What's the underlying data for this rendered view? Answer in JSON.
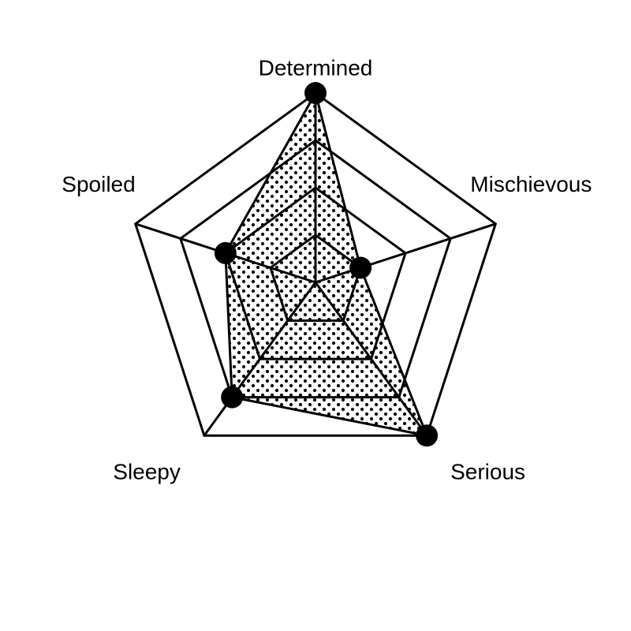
{
  "chart_data": {
    "type": "radar",
    "axes": [
      "Determined",
      "Mischievous",
      "Serious",
      "Sleepy",
      "Spoiled"
    ],
    "series": [
      {
        "values": [
          1.0,
          0.25,
          1.0,
          0.75,
          0.5
        ]
      }
    ],
    "range": [
      0,
      1
    ],
    "rings": [
      0.25,
      0.5,
      0.75,
      1.0
    ],
    "grid": true,
    "fill_pattern": "dots",
    "colors": {
      "stroke": "#000000",
      "fill": "#000000",
      "background": "#ffffff"
    }
  }
}
